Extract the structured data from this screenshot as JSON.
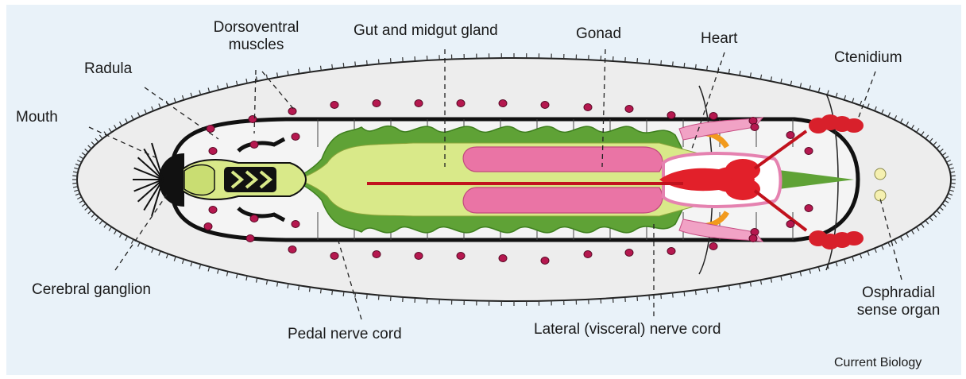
{
  "labels": {
    "dorsoventral_muscles": "Dorsoventral muscles",
    "gut_midgut_gland": "Gut and midgut gland",
    "gonad": "Gonad",
    "heart": "Heart",
    "ctenidium": "Ctenidium",
    "radula": "Radula",
    "mouth": "Mouth",
    "cerebral_ganglion": "Cerebral ganglion",
    "pedal_nerve_cord": "Pedal nerve cord",
    "lateral_nerve_cord": "Lateral (visceral) nerve cord",
    "osphradial_sense_organ": "Osphradial sense organ"
  },
  "credit": "Current Biology",
  "colors": {
    "background": "#e9f2f9",
    "mantle": "#ededed",
    "gut_outer": "#5fa236",
    "gut_inner": "#d9e989",
    "gonad": "#ea74a5",
    "heart": "#e2202a",
    "pericardium": "#f1a2c5",
    "muscle_dot": "#b5184f",
    "orange_duct": "#f29a1d",
    "outline": "#111111"
  }
}
